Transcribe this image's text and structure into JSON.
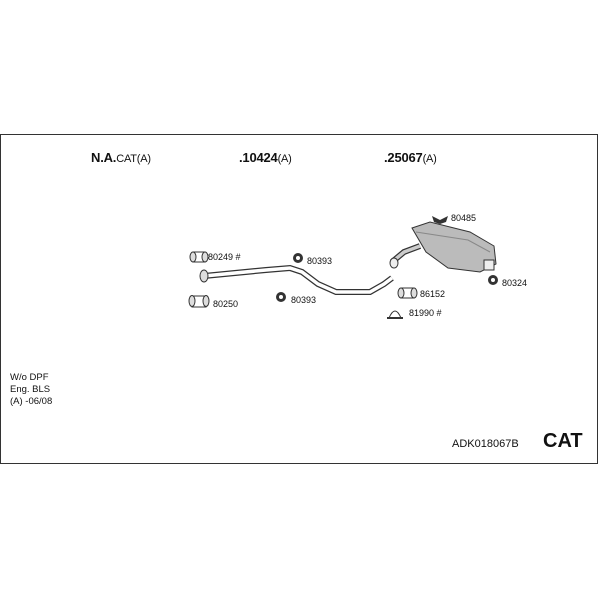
{
  "header": [
    {
      "main": "N.A.",
      "suffix": "CAT(A)"
    },
    {
      "main": ".10424",
      "suffix": "(A)"
    },
    {
      "main": ".25067",
      "suffix": "(A)"
    }
  ],
  "parts": {
    "p80249": "80249 #",
    "p80250": "80250",
    "p80393a": "80393",
    "p80393b": "80393",
    "p80485": "80485",
    "p80324": "80324",
    "p86152": "86152",
    "p81990": "81990 #"
  },
  "notes": [
    "W/o DPF",
    "Eng. BLS",
    "(A) -06/08"
  ],
  "article_code": "ADK018067B",
  "category": "CAT"
}
